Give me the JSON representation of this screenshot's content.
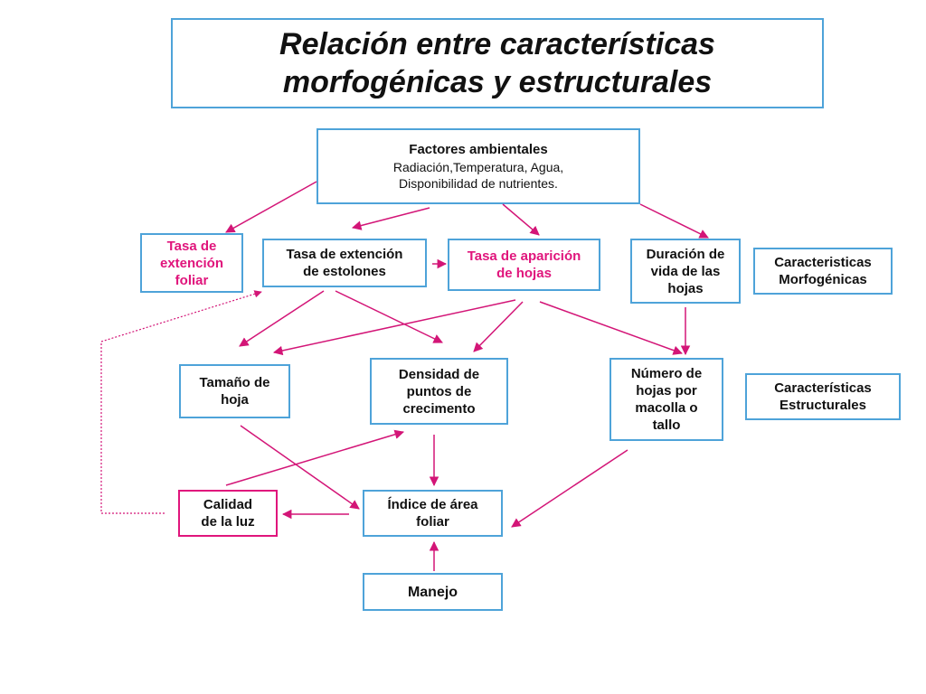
{
  "title": "Relación entre características\nmorfogénicas y estructurales",
  "factores": {
    "heading": "Factores ambientales",
    "body": "Radiación,Temperatura, Agua,\nDisponibilidad de nutrientes."
  },
  "nodes": {
    "tasa_extencion_foliar": "Tasa de\nextención\nfoliar",
    "tasa_extencion_estolones": "Tasa de extención\nde estolones",
    "tasa_aparicion_hojas": "Tasa de aparición\nde hojas",
    "duracion_vida_hojas": "Duración de\nvida de las\nhojas",
    "tamano_hoja": "Tamaño de\nhoja",
    "densidad_puntos": "Densidad de\npuntos de\ncrecimento",
    "numero_hojas": "Número de\nhojas por\nmacolla o\ntallo",
    "calidad_luz": "Calidad\nde  la luz",
    "indice_area": "Índice de área\nfoliar",
    "manejo": "Manejo"
  },
  "legend": {
    "morfogenicas": "Caracteristicas\nMorfogénicas",
    "estructurales": "Características\nEstructurales"
  },
  "colors": {
    "border_blue": "#4ea3d9",
    "accent_pink": "#e0157c",
    "arrow_dark": "#c8106e"
  }
}
